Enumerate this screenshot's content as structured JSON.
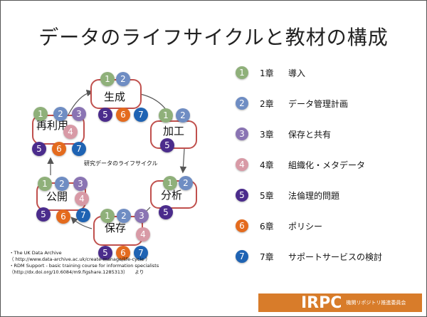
{
  "title": "データのライフサイクルと教材の構成",
  "colors": {
    "c1": "#8fb07a",
    "c2": "#6f8dc3",
    "c3": "#8a74b3",
    "c4": "#d89aa6",
    "c5": "#4b2c8c",
    "c6": "#e46b1e",
    "c7": "#1f63b3",
    "box_border": "#c0504d",
    "logo": "#d87c2a"
  },
  "cycle": {
    "stage_seisei": "生成",
    "stage_kakou": "加工",
    "stage_bunseki": "分析",
    "stage_hozon": "保存",
    "stage_koukai": "公開",
    "stage_sairiyou": "再利用",
    "center_label": "研究データのライフサイクル"
  },
  "legend": [
    {
      "num": "1",
      "chapter": "1章",
      "text": "導入"
    },
    {
      "num": "2",
      "chapter": "2章",
      "text": "データ管理計画"
    },
    {
      "num": "3",
      "chapter": "3章",
      "text": "保存と共有"
    },
    {
      "num": "4",
      "chapter": "4章",
      "text": "組織化・メタデータ"
    },
    {
      "num": "5",
      "chapter": "5章",
      "text": "法倫理的問題"
    },
    {
      "num": "6",
      "chapter": "6章",
      "text": "ポリシー"
    },
    {
      "num": "7",
      "chapter": "7章",
      "text": "サポートサービスの検討"
    }
  ],
  "footnote": {
    "line1": "・The UK Data Archive",
    "line2": "（ http://www.data-archive.ac.uk/create-manage/life-cycle ）",
    "line3": "・RDM Support - basic training course for information specialists",
    "line4": "（http://dx.doi.org/10.6084/m9.figshare.1285313）　　より"
  },
  "logo": {
    "main": "IRPC",
    "sub": "機関リポジトリ推進委員会"
  }
}
